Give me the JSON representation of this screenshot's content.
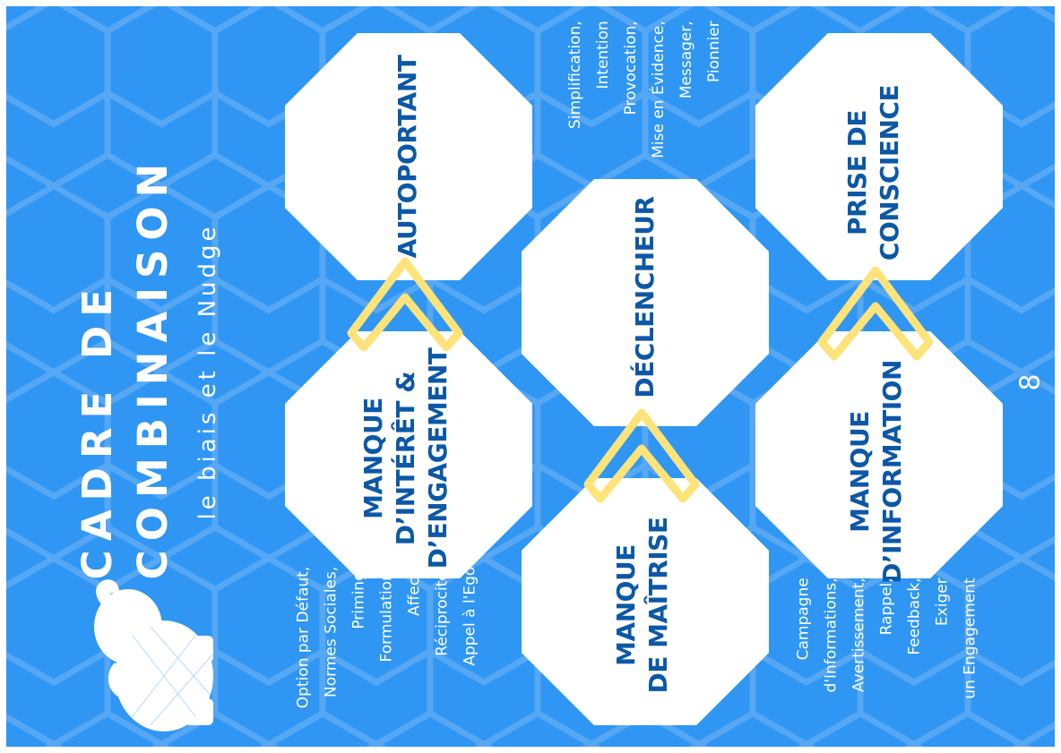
{
  "title": {
    "line1": "CADRE DE",
    "line2": "COMBINAISON"
  },
  "subtitle": "le biais et le Nudge",
  "page_number": "8",
  "nodes": {
    "autoportant": "AUTOPORTANT",
    "interet": {
      "l1": "MANQUE",
      "l2": "D’INTÉRÊT &",
      "l3": "D’ENGAGEMENT"
    },
    "declencheur": "DÉCLENCHEUR",
    "maitrise": {
      "l1": "MANQUE",
      "l2": "DE MAÎTRISE"
    },
    "prise": {
      "l1": "PRISE DE",
      "l2": "CONSCIENCE"
    },
    "information": {
      "l1": "MANQUE",
      "l2": "D’INFORMATION"
    }
  },
  "lists": {
    "left": [
      "Option par Défaut,",
      "Normes Sociales,",
      "Priming,",
      "Formulation,",
      "Affect,",
      "Réciprocité,",
      "Appel à l'Ego"
    ],
    "top": [
      "Simplification,",
      "Intention",
      "Provocation,",
      "Mise en Évidence,",
      "Messager,",
      "Pionnier"
    ],
    "bottom": [
      "Campagne",
      "d'Informations,",
      "Avertissement,",
      "Rappel,",
      "Feedback,",
      "Exiger",
      "un Engagement"
    ]
  },
  "colors": {
    "background": "#2f96f3",
    "hexagon_lines": "#5aa9f4",
    "node_fill": "#ffffff",
    "node_text": "#0c58a6",
    "connector": "#fde37a",
    "text": "#ffffff"
  },
  "icons": {
    "mascot": "elephant-icon"
  }
}
